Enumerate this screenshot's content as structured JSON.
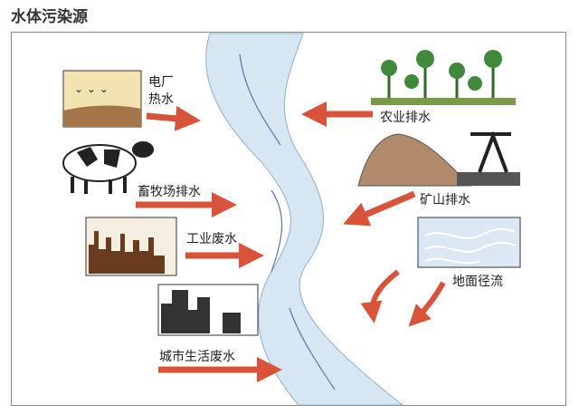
{
  "title": "水体污染源",
  "sources": {
    "power_plant": [
      "电厂",
      "热水"
    ],
    "livestock": "畜牧场排水",
    "industry": "工业废水",
    "city": "城市生活废水",
    "agriculture": "农业排水",
    "mine": "矿山排水",
    "runoff": "地面径流"
  },
  "colors": {
    "river": "#d6e6f2",
    "arrow": "#d9533a",
    "earth": "#8a5a32"
  }
}
